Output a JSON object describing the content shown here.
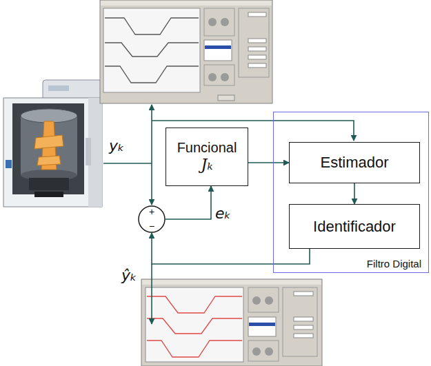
{
  "diagram": {
    "nodes": [
      {
        "text": [
          "Funcional",
          "Jₖ"
        ]
      },
      {
        "text": [
          "Filtro Digital"
        ]
      },
      {
        "text": [
          "Estimador"
        ],
        "in": 1
      },
      {
        "text": [
          "Identificador"
        ],
        "in": 1
      },
      {
        "text": [
          "+",
          "−"
        ]
      }
    ],
    "edges": [
      {
        "from": 0,
        "to": 2,
        "arrow": "to"
      },
      {
        "from": 2,
        "to": 3,
        "arrow": "to"
      },
      {
        "from": 3,
        "to": 4,
        "arrow": "to",
        "label": "ŷₖ"
      },
      {
        "from": 4,
        "to": 0,
        "arrow": "to",
        "label": "eₖ"
      }
    ],
    "labels": [
      "yₖ"
    ]
  }
}
